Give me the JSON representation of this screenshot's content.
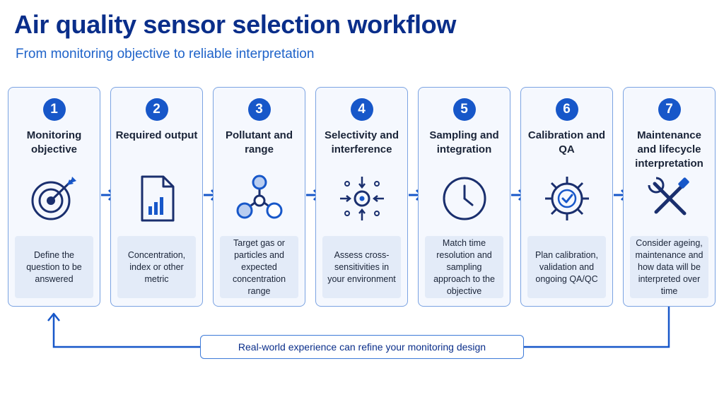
{
  "header": {
    "title": "Air quality sensor selection workflow",
    "subtitle": "From monitoring objective to reliable interpretation"
  },
  "colors": {
    "accent": "#1757c9",
    "title": "#0a2e8a",
    "card_border": "#7ba3e2",
    "card_bg": "#f5f8fe",
    "desc_bg": "#e3ebf8"
  },
  "steps": [
    {
      "number": "1",
      "title": "Monitoring objective",
      "description": "Define the question to be answered",
      "icon": "target-icon"
    },
    {
      "number": "2",
      "title": "Required output",
      "description": "Concentration, index or other metric",
      "icon": "document-chart-icon"
    },
    {
      "number": "3",
      "title": "Pollutant and range",
      "description": "Target gas or particles and expected concentration range",
      "icon": "molecule-icon"
    },
    {
      "number": "4",
      "title": "Selectivity and interference",
      "description": "Assess cross-sensitivities in your environment",
      "icon": "interference-icon"
    },
    {
      "number": "5",
      "title": "Sampling and integration",
      "description": "Match time resolution and sampling approach to the objective",
      "icon": "clock-icon"
    },
    {
      "number": "6",
      "title": "Calibration and QA",
      "description": "Plan calibration, validation and ongoing QA/QC",
      "icon": "gear-check-icon"
    },
    {
      "number": "7",
      "title": "Maintenance and lifecycle interpretation",
      "description": "Consider ageing, maintenance and how data will be interpreted over time",
      "icon": "tools-icon"
    }
  ],
  "feedback": {
    "label": "Real-world experience can refine your monitoring design"
  }
}
